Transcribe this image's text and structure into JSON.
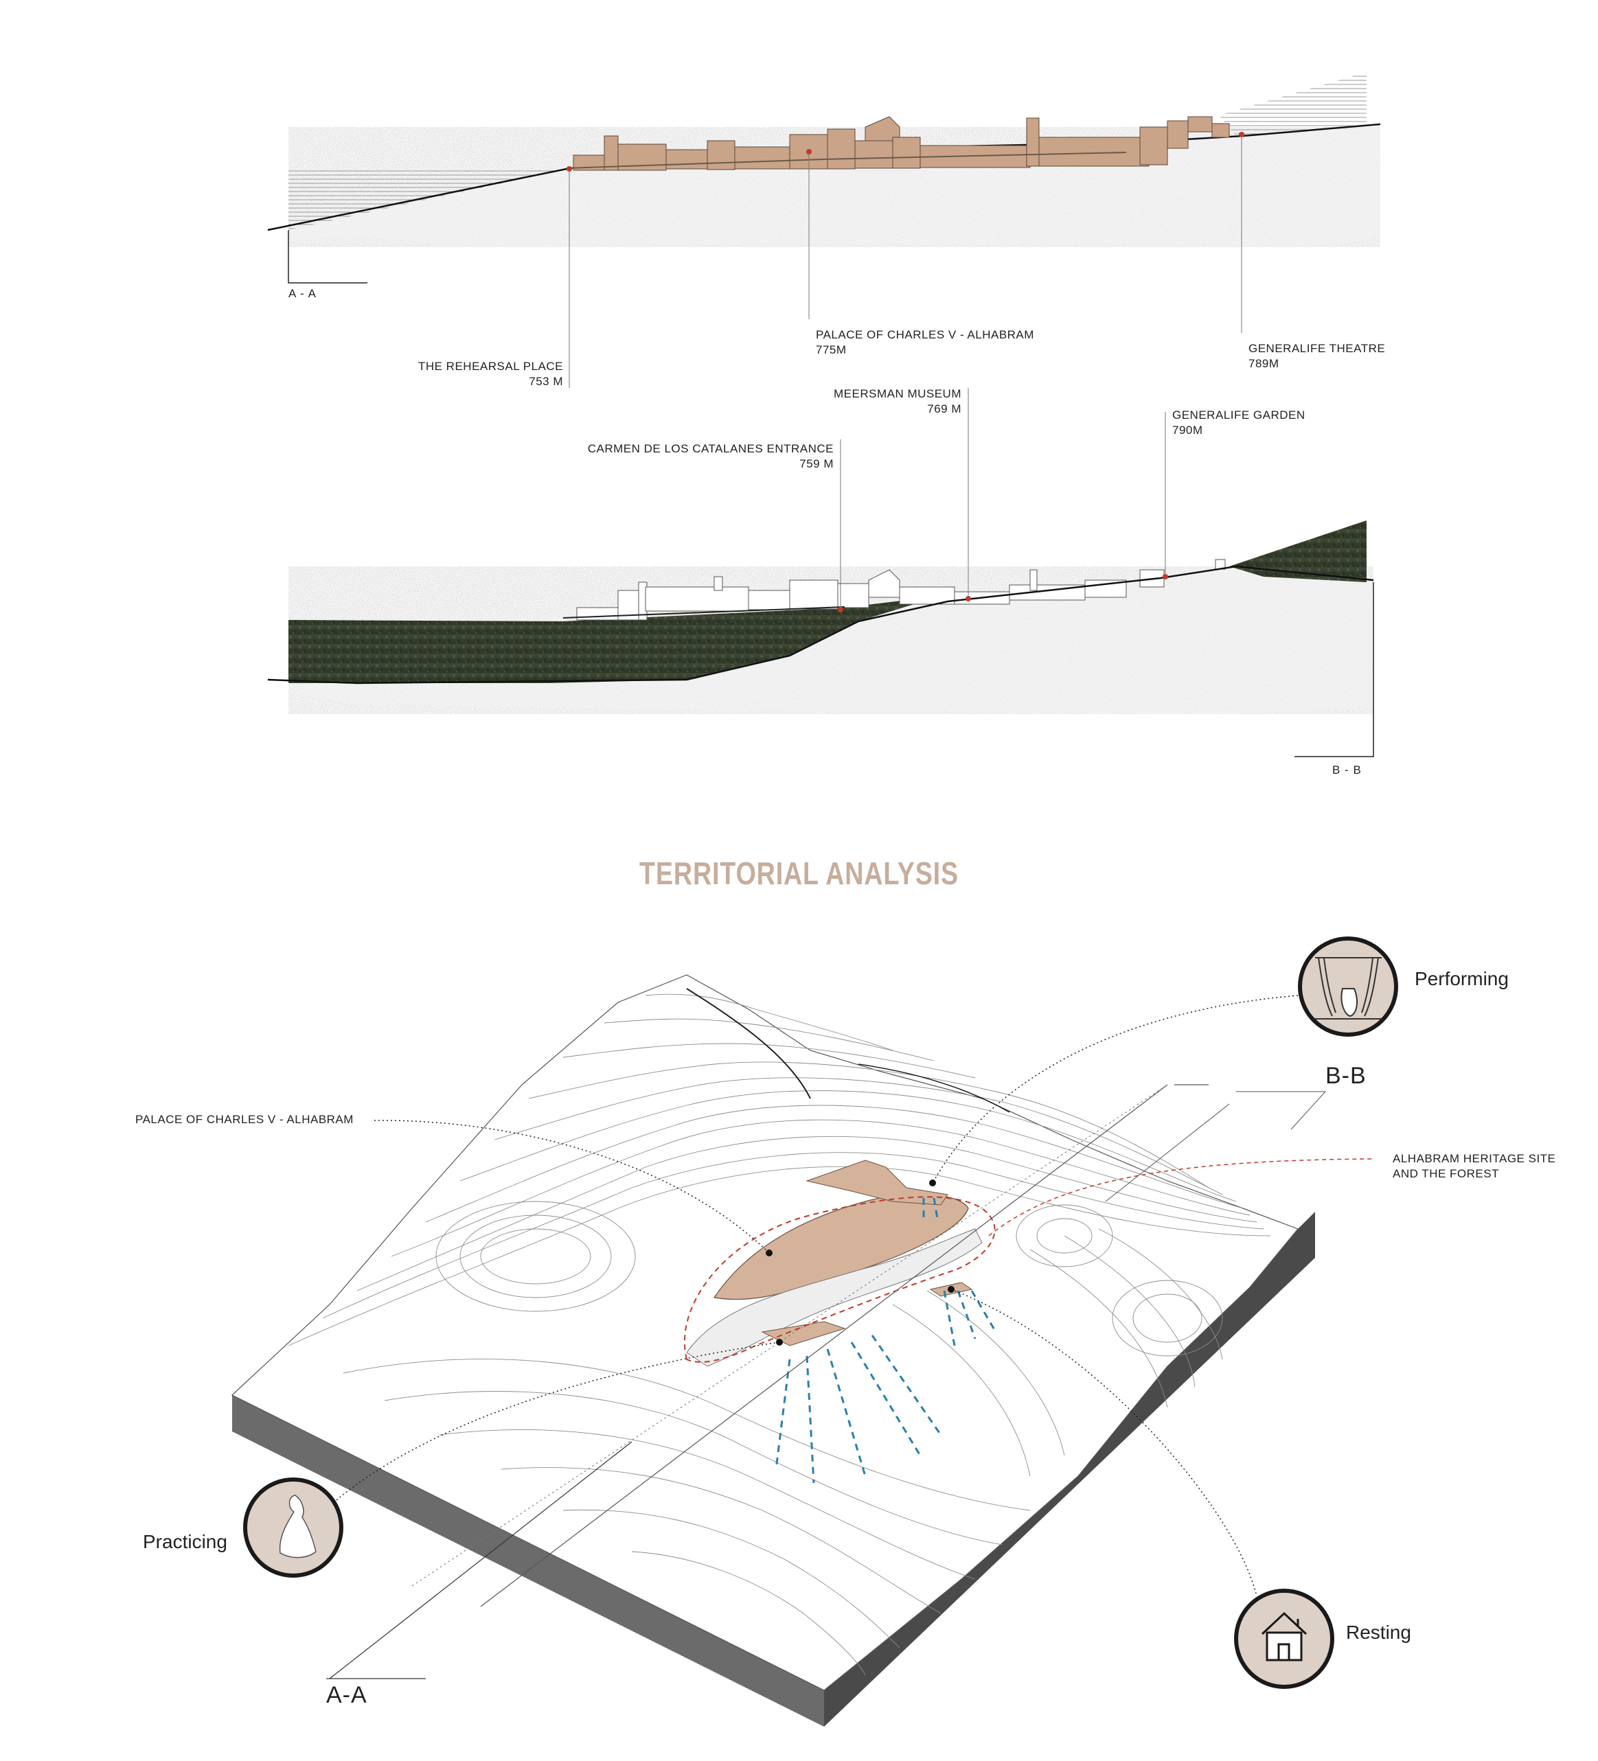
{
  "sections": {
    "aa": {
      "tag": "A - A",
      "labels": {
        "rehearsal_name": "THE REHEARSAL PLACE",
        "rehearsal_elev": "753 M",
        "palace_name": "PALACE OF CHARLES V - ALHABRAM",
        "palace_elev": "775M",
        "theatre_name": "GENERALIFE THEATRE",
        "theatre_elev": "789M"
      }
    },
    "bb": {
      "tag": "B - B",
      "labels": {
        "carmen_name": "CARMEN DE LOS CATALANES ENTRANCE",
        "carmen_elev": "759 M",
        "museum_name": "MEERSMAN MUSEUM",
        "museum_elev": "769 M",
        "garden_name": "GENERALIFE GARDEN",
        "garden_elev": "790M"
      }
    }
  },
  "title": "TERRITORIAL ANALYSIS",
  "map": {
    "palace_label": "PALACE OF CHARLES V - ALHABRAM",
    "heritage_label_line1": "ALHABRAM HERITAGE SITE",
    "heritage_label_line2": "AND THE FOREST",
    "section_bb": "B-B",
    "section_aa": "A-A",
    "activities": {
      "performing": "Performing",
      "practicing": "Practicing",
      "resting": "Resting"
    },
    "icons": {
      "performing": "theatre-curtain-icon",
      "practicing": "dancer-icon",
      "resting": "house-icon"
    }
  },
  "colors": {
    "title": "#c7ad9b",
    "heritage_dash": "#c0392b",
    "water_dash": "#2b7fa8",
    "building": "#c9a489",
    "block_side": "#4a4a4a",
    "block_front": "#6b6b6b",
    "icon_fill": "#ddd0c6"
  }
}
